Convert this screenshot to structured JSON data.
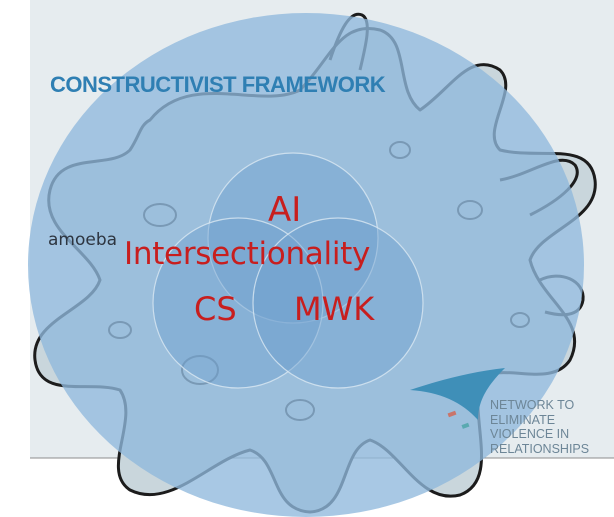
{
  "diagram": {
    "title": "CONSTRUCTIVIST FRAMEWORK",
    "side_label": "amoeba",
    "venn": {
      "top": "AI",
      "center": "Intersectionality",
      "left": "CS",
      "right": "MWK"
    },
    "org_lines": [
      "NETWORK TO",
      "ELIMINATE",
      "VIOLENCE IN",
      "RELATIONSHIPS"
    ]
  },
  "colors": {
    "big_circle": "#90b9dd",
    "venn_circles": "#6f9fcf",
    "label_red": "#c81e1e",
    "title_blue": "#2f7fb3",
    "logo_blue": "#3f8fb8"
  }
}
